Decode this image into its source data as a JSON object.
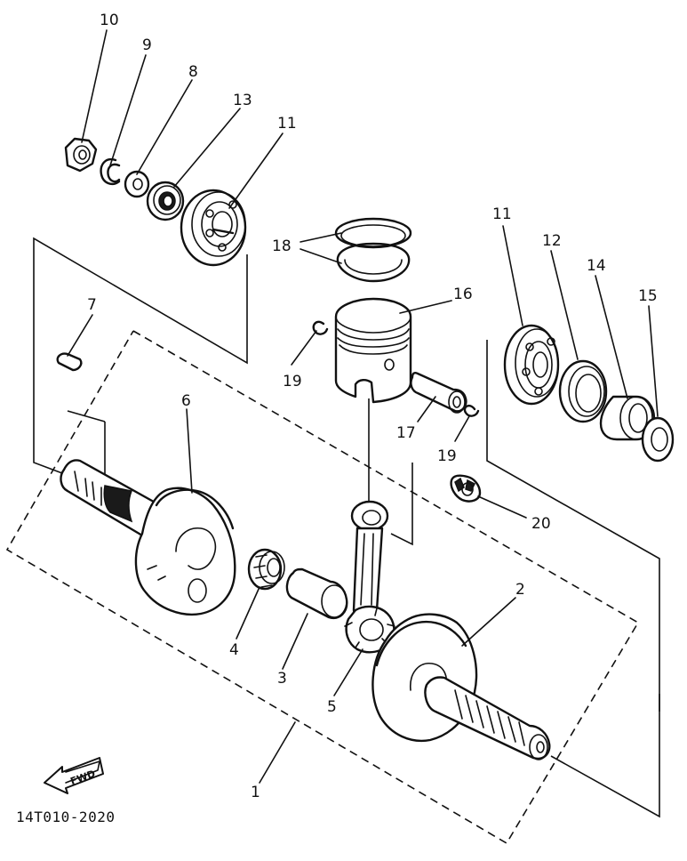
{
  "diagram": {
    "code": "14T010-2020",
    "fwd_label": "FWD",
    "callouts": [
      {
        "id": "c1",
        "text": "1"
      },
      {
        "id": "c2",
        "text": "2"
      },
      {
        "id": "c3",
        "text": "3"
      },
      {
        "id": "c4",
        "text": "4"
      },
      {
        "id": "c5",
        "text": "5"
      },
      {
        "id": "c6",
        "text": "6"
      },
      {
        "id": "c7",
        "text": "7"
      },
      {
        "id": "c8",
        "text": "8"
      },
      {
        "id": "c9",
        "text": "9"
      },
      {
        "id": "c10",
        "text": "10"
      },
      {
        "id": "c11a",
        "text": "11"
      },
      {
        "id": "c11b",
        "text": "11"
      },
      {
        "id": "c12",
        "text": "12"
      },
      {
        "id": "c13",
        "text": "13"
      },
      {
        "id": "c14",
        "text": "14"
      },
      {
        "id": "c15",
        "text": "15"
      },
      {
        "id": "c16",
        "text": "16"
      },
      {
        "id": "c17",
        "text": "17"
      },
      {
        "id": "c18",
        "text": "18"
      },
      {
        "id": "c19a",
        "text": "19"
      },
      {
        "id": "c19b",
        "text": "19"
      },
      {
        "id": "c20",
        "text": "20"
      }
    ]
  }
}
